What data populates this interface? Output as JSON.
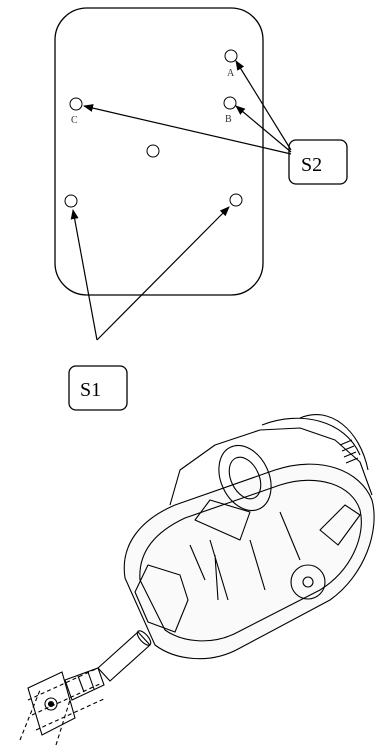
{
  "callouts": {
    "s1": "S1",
    "s2": "S2"
  },
  "hole_letters": {
    "a": "A",
    "b": "B",
    "c": "C"
  },
  "colors": {
    "stroke": "#000000",
    "background": "#ffffff"
  }
}
